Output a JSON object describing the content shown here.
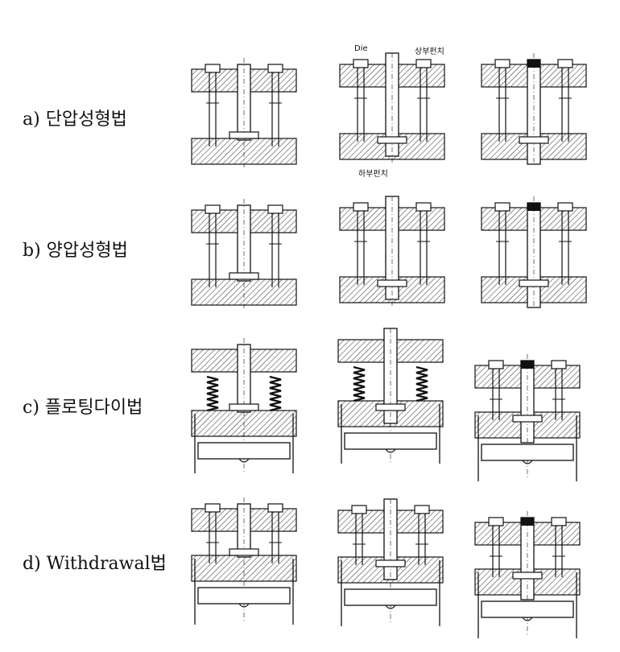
{
  "rows": [
    {
      "id": "a",
      "label": "a) 단압성형법"
    },
    {
      "id": "b",
      "label": "b) 양압성형법"
    },
    {
      "id": "c",
      "label": "c) 플로팅다이법"
    },
    {
      "id": "d",
      "label": "d) Withdrawal법"
    }
  ],
  "callouts": {
    "die": "Die",
    "upper_punch": "상부펀치",
    "lower_punch": "하부펀치"
  },
  "colors": {
    "ink": "#111111",
    "powder_fill": "#111111"
  }
}
